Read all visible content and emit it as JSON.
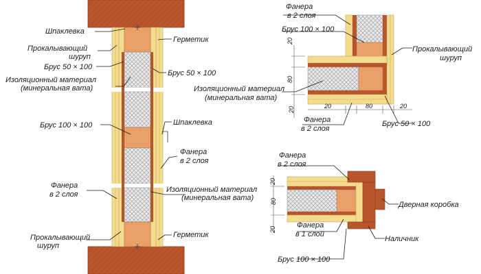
{
  "colors": {
    "brick": "#b8552c",
    "brick_dark": "#8e3a18",
    "plywood": "#f3dc8d",
    "plywood_edge": "#c9a55a",
    "beam": "#e8a068",
    "insulation": "#e6e6e6",
    "sealant": "#ffffff"
  },
  "left_view": {
    "labels": {
      "putty_top": "Шпаклевка",
      "screw_top_1": "Прокалывающий",
      "screw_top_2": "шуруп",
      "beam_50_left": "Брус 50 × 100",
      "insulation_1": "Изоляционный материал",
      "insulation_2": "(минеральная вата)",
      "sealant_top": "Герметик",
      "beam_50_right": "Брус 50 × 100",
      "beam_100": "Брус 100 × 100",
      "putty_mid": "Шпаклевка",
      "plywood_right_1": "Фанера",
      "plywood_right_2": "в 2 слоя",
      "plywood_left_1": "Фанера",
      "plywood_left_2": "в 2 слоя",
      "insulation_mid_1": "Изоляционный материал",
      "insulation_mid_2": "(минеральная вата)",
      "screw_bottom_1": "Прокалывающий",
      "screw_bottom_2": "шуруп",
      "sealant_bottom": "Герметик"
    }
  },
  "corner_view": {
    "labels": {
      "plywood_1": "Фанера",
      "plywood_2": "в 2 слоя",
      "beam_100": "Брус 100 × 100",
      "screw_1": "Прокалывающий",
      "screw_2": "шуруп",
      "insulation_1": "Изоляционный материал",
      "insulation_2": "(минеральная вата)",
      "plywood_bottom_1": "Фанера",
      "plywood_bottom_2": "в 2 слоя",
      "beam_50": "Брус 50 × 100"
    },
    "dims": {
      "v_top": "20",
      "v_mid": "80",
      "v_bot": "20",
      "h_left": "20",
      "h_mid": "80",
      "h_right": "20"
    }
  },
  "door_view": {
    "labels": {
      "plywood_1": "Фанера",
      "plywood_2": "в 2 слоя",
      "door_frame": "Дверная коробка",
      "plywood_one_1": "Фанера",
      "plywood_one_2": "в 1 слой",
      "casing": "Наличник",
      "beam_100": "Брус 100 × 100"
    },
    "dims": {
      "v_top": "20",
      "v_mid": "80",
      "v_bot": "20"
    }
  }
}
